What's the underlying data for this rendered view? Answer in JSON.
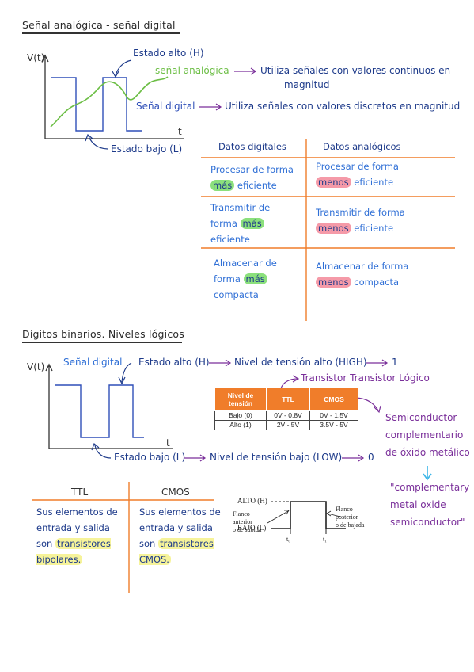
{
  "section1": {
    "title": "Señal analógica - señal digital",
    "axis_v": "V(t)",
    "axis_t": "t",
    "estado_alto": "Estado alto (H)",
    "senal_analogica": "señal analógica",
    "analog_desc_1": "Utiliza señales con valores continuos en",
    "analog_desc_2": "magnitud",
    "senal_digital": "Señal digital",
    "digital_desc": "Utiliza señales con valores discretos en magnitud",
    "estado_bajo": "Estado bajo (L)"
  },
  "comparison": {
    "header_digital": "Datos digitales",
    "header_analog": "Datos analógicos",
    "rows": [
      {
        "d_pre": "Procesar de forma",
        "d_hl": "más",
        "d_post": "eficiente",
        "a_pre": "Procesar de forma",
        "a_hl": "menos",
        "a_post": "eficiente"
      },
      {
        "d_pre": "Transmitir de forma",
        "d_hl": "más",
        "d_post": "eficiente",
        "a_pre": "Transmitir de forma",
        "a_hl": "menos",
        "a_post": "eficiente"
      },
      {
        "d_pre": "Almacenar de forma",
        "d_hl": "más",
        "d_post": "compacta",
        "a_pre": "Almacenar de forma",
        "a_hl": "menos",
        "a_post": "compacta"
      }
    ]
  },
  "section2": {
    "title": "Dígitos binarios. Niveles lógicos",
    "axis_v": "V(t)",
    "axis_t": "t",
    "senal_digital": "Señal digital",
    "estado_alto": "Estado alto (H)",
    "nivel_alto": "Nivel de tensión alto (HIGH)",
    "value_1": "1",
    "transistor_label": "Transistor Transistor Lógico",
    "estado_bajo": "Estado bajo (L)",
    "nivel_bajo": "Nivel de tensión bajo (LOW)",
    "value_0": "0",
    "semi_1": "Semiconductor",
    "semi_2": "complementario",
    "semi_3": "de óxido metálico",
    "cmos_en_1": "\"complementary",
    "cmos_en_2": "metal oxide",
    "cmos_en_3": "semiconductor\""
  },
  "nivel_table": {
    "headers": [
      "Nivel de tensión",
      "TTL",
      "CMOS"
    ],
    "rows": [
      [
        "Bajo (0)",
        "0V - 0.8V",
        "0V - 1.5V"
      ],
      [
        "Alto (1)",
        "2V - 5V",
        "3.5V - 5V"
      ]
    ]
  },
  "ttl_cmos": {
    "ttl_header": "TTL",
    "cmos_header": "CMOS",
    "ttl_pre": "Sus elementos de entrada y salida son",
    "ttl_hl": "transistores bipolares.",
    "cmos_pre": "Sus elementos de entrada y salida son",
    "cmos_hl": "transistores CMOS."
  },
  "pulse_diagram": {
    "alto": "ALTO (H)",
    "bajo": "BAJO (L)",
    "flanco_anterior_1": "Flanco",
    "flanco_anterior_2": "anterior",
    "flanco_anterior_3": "o de subida",
    "flanco_posterior_1": "Flanco",
    "flanco_posterior_2": "posterior",
    "flanco_posterior_3": "o de bajada",
    "t0": "t₀",
    "t1": "t₁"
  },
  "colors": {
    "navy": "#1d3a8a",
    "blue": "#2f6fd6",
    "green": "#6cbe45",
    "purple": "#7a2f9a",
    "orange": "#f07d2a",
    "highlight_green": "#8be07c",
    "highlight_red": "#f59aa8",
    "highlight_yellow": "#f6f39a",
    "cyan_arrow": "#3cb6e8"
  }
}
